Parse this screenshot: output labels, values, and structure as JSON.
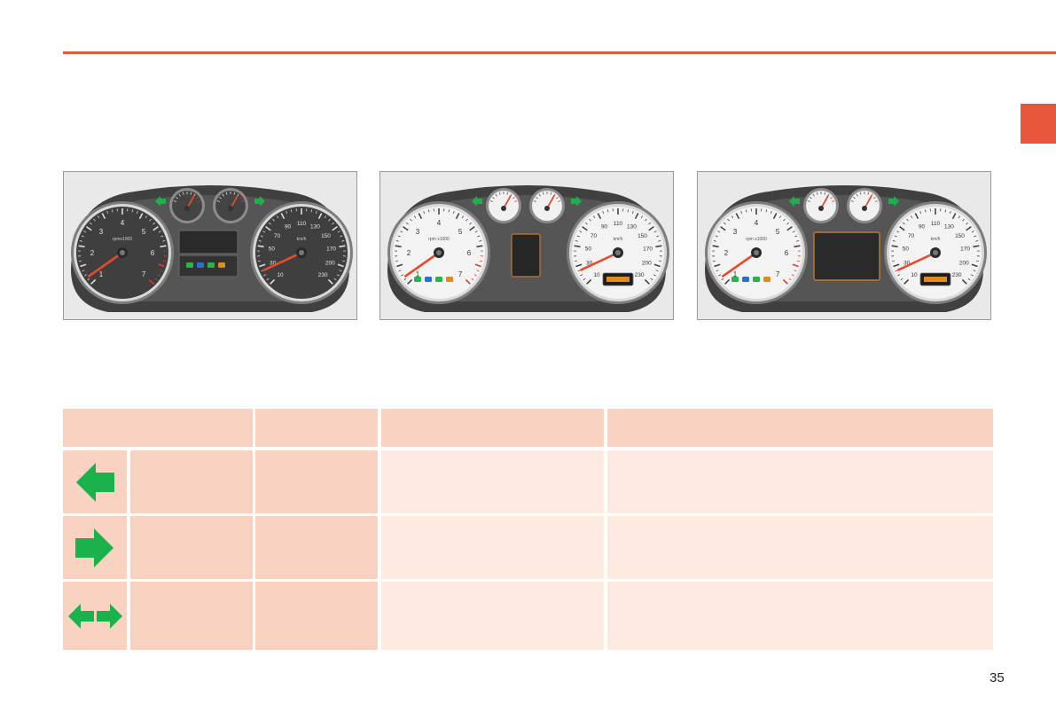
{
  "page": {
    "number": "35"
  },
  "colors": {
    "accent": "#e8573c",
    "table_header": "#f9d2c2",
    "table_cell_dark": "#f9d2c2",
    "table_cell_light": "#fdebe1",
    "indicator_green": "#19b24b"
  },
  "clusters": [
    {
      "variant": "dark-dials",
      "tachometer_ticks": [
        "1",
        "2",
        "3",
        "4",
        "5",
        "6",
        "7"
      ],
      "tachometer_unit": "rpmx1000",
      "speedometer_ticks": [
        "10",
        "30",
        "50",
        "70",
        "90",
        "110",
        "130",
        "150",
        "170",
        "200",
        "230"
      ],
      "speedometer_unit": "km/h"
    },
    {
      "variant": "white-dials-small-screen",
      "tachometer_ticks": [
        "1",
        "2",
        "3",
        "4",
        "5",
        "6",
        "7"
      ],
      "tachometer_unit": "rpm x1000",
      "speedometer_ticks": [
        "10",
        "30",
        "50",
        "70",
        "90",
        "110",
        "130",
        "150",
        "170",
        "200",
        "230"
      ],
      "speedometer_unit": "km/h"
    },
    {
      "variant": "white-dials-large-screen",
      "tachometer_ticks": [
        "1",
        "2",
        "3",
        "4",
        "5",
        "6",
        "7"
      ],
      "tachometer_unit": "rpm x1000",
      "speedometer_ticks": [
        "10",
        "30",
        "50",
        "70",
        "90",
        "110",
        "130",
        "150",
        "170",
        "200",
        "230"
      ],
      "speedometer_unit": "km/h"
    }
  ],
  "indicator_table": {
    "rows": [
      {
        "icon": "left-arrow-icon"
      },
      {
        "icon": "right-arrow-icon"
      },
      {
        "icon": "double-arrow-icon"
      }
    ]
  }
}
